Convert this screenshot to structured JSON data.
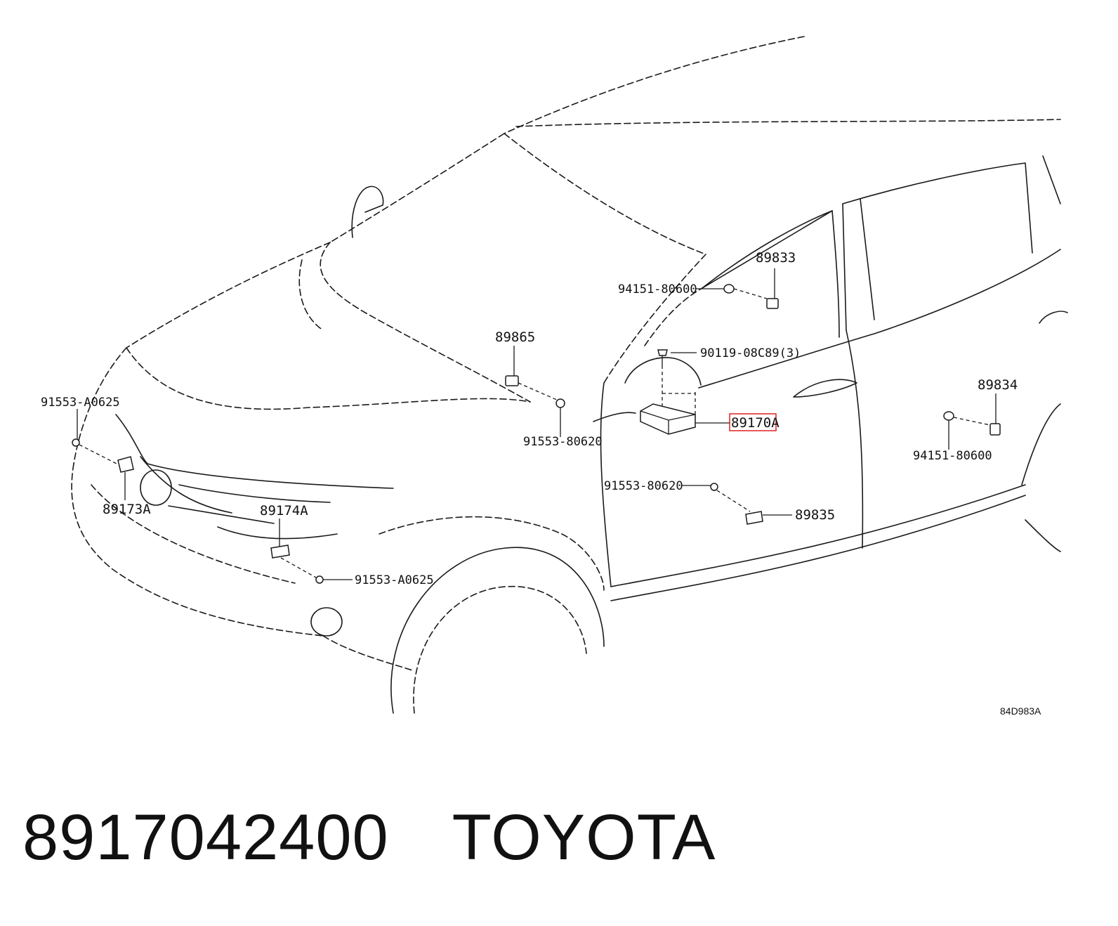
{
  "diagram": {
    "drawing_id": "84D983A",
    "callouts": {
      "sensor_89833": "89833",
      "grommet_94151_upper": "94151-80600",
      "bolt_90119": "90119-08C89(3)",
      "sensor_89865": "89865",
      "bolt_91553_a0625_left": "91553-A0625",
      "bolt_91553_80620_upper": "91553-80620",
      "ecu_89170a": "89170A",
      "sensor_89834": "89834",
      "grommet_94151_lower": "94151-80600",
      "bolt_91553_80620_lower": "91553-80620",
      "sensor_89835": "89835",
      "sensor_89173a": "89173A",
      "sensor_89174a": "89174A",
      "bolt_91553_a0625_lower": "91553-A0625"
    },
    "highlight_color": "#e03030"
  },
  "caption": {
    "part_number": "8917042400",
    "brand": "TOYOTA"
  }
}
